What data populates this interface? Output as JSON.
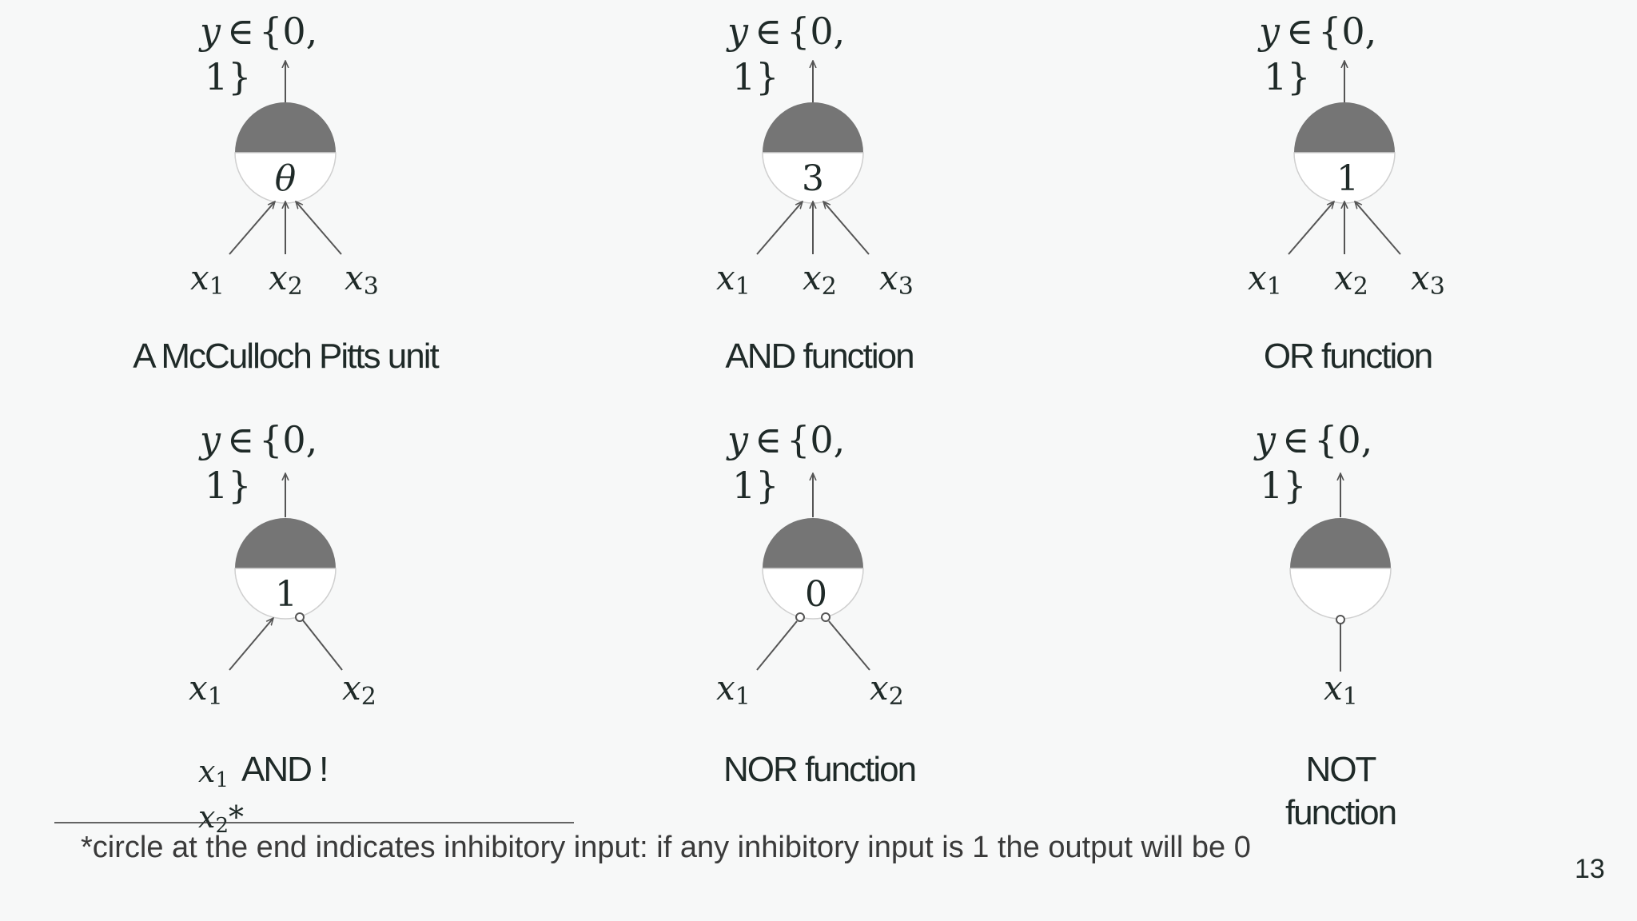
{
  "output_label": {
    "var": "y",
    "rel": "∈",
    "set_line1": "{0,",
    "set_line2": "1}"
  },
  "units": [
    {
      "caption": "A McCulloch Pitts unit",
      "threshold": "θ",
      "inputs": [
        "x1",
        "x2",
        "x3"
      ],
      "input_subscripts": [
        "1",
        "2",
        "3"
      ],
      "inhibitory": [
        false,
        false,
        false
      ]
    },
    {
      "caption": "AND function",
      "threshold": "3",
      "inputs": [
        "x1",
        "x2",
        "x3"
      ],
      "input_subscripts": [
        "1",
        "2",
        "3"
      ],
      "inhibitory": [
        false,
        false,
        false
      ]
    },
    {
      "caption": "OR function",
      "threshold": "1",
      "inputs": [
        "x1",
        "x2",
        "x3"
      ],
      "input_subscripts": [
        "1",
        "2",
        "3"
      ],
      "inhibitory": [
        false,
        false,
        false
      ]
    },
    {
      "caption_text": "AND !",
      "caption_var1": "x",
      "caption_sub1": "1",
      "caption_var2": "x",
      "caption_sub2": "2",
      "caption_star": "*",
      "threshold": "1",
      "inputs": [
        "x1",
        "x2"
      ],
      "input_subscripts": [
        "1",
        "2"
      ],
      "inhibitory": [
        false,
        true
      ]
    },
    {
      "caption": "NOR function",
      "threshold": "0",
      "inputs": [
        "x1",
        "x2"
      ],
      "input_subscripts": [
        "1",
        "2"
      ],
      "inhibitory": [
        true,
        true
      ]
    },
    {
      "caption_line1": "NOT",
      "caption_line2": "function",
      "threshold": "",
      "inputs": [
        "x1"
      ],
      "input_subscripts": [
        "1"
      ],
      "inhibitory": [
        true
      ]
    }
  ],
  "input_var": "x",
  "footnote": "*circle at the end indicates inhibitory input: if any inhibitory input is 1 the output will be 0",
  "page_number": "13",
  "colors": {
    "neuron_top": "#757575",
    "neuron_bottom": "#ffffff",
    "line": "#555555",
    "text": "#1f2a28"
  }
}
